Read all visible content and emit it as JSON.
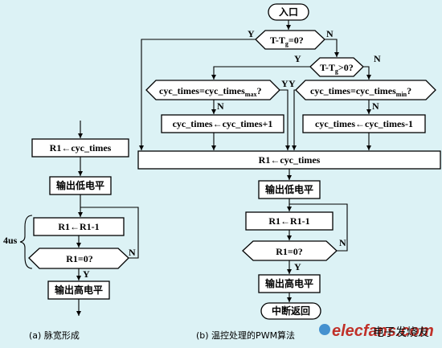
{
  "left_chart": {
    "assign_r1": "R1←cyc_times",
    "output_low": "输出低电平",
    "dec_r1": "R1←R1-1",
    "cond_r1_zero": "R1=0?",
    "n_label": "N",
    "y_label": "Y",
    "output_high": "输出高电平",
    "time_label": "4us",
    "caption": "(a) 脉宽形成"
  },
  "right_chart": {
    "entry": "入口",
    "cond_t_eq_tg_a": "T-T",
    "cond_t_eq_tg_sub": "g",
    "cond_t_eq_tg_b": "=0?",
    "cond_t_gt_tg_a": "T-T",
    "cond_t_gt_tg_sub": "g",
    "cond_t_gt_tg_b": ">0?",
    "cond_max_a": "cyc_times=cyc_times",
    "cond_max_sub": "max",
    "cond_max_b": "?",
    "cond_min_a": "cyc_times=cyc_times",
    "cond_min_sub": "min",
    "cond_min_b": "?",
    "inc": "cyc_times←cyc_times+1",
    "dec": "cyc_times←cyc_times-1",
    "assign_r1": "R1←cyc_times",
    "output_low": "输出低电平",
    "dec_r1": "R1←R1-1",
    "cond_r1_zero": "R1=0?",
    "output_high": "输出高电平",
    "return": "中断返回",
    "y_label": "Y",
    "n_label": "N",
    "caption": "(b) 温控处理的PWM算法"
  },
  "watermark": {
    "brand": "elecfans.com",
    "chinese": "电子发烧友"
  },
  "colors": {
    "background": "#dcf2f5",
    "box_fill": "#ffffff",
    "watermark_brand": "#c03028"
  }
}
